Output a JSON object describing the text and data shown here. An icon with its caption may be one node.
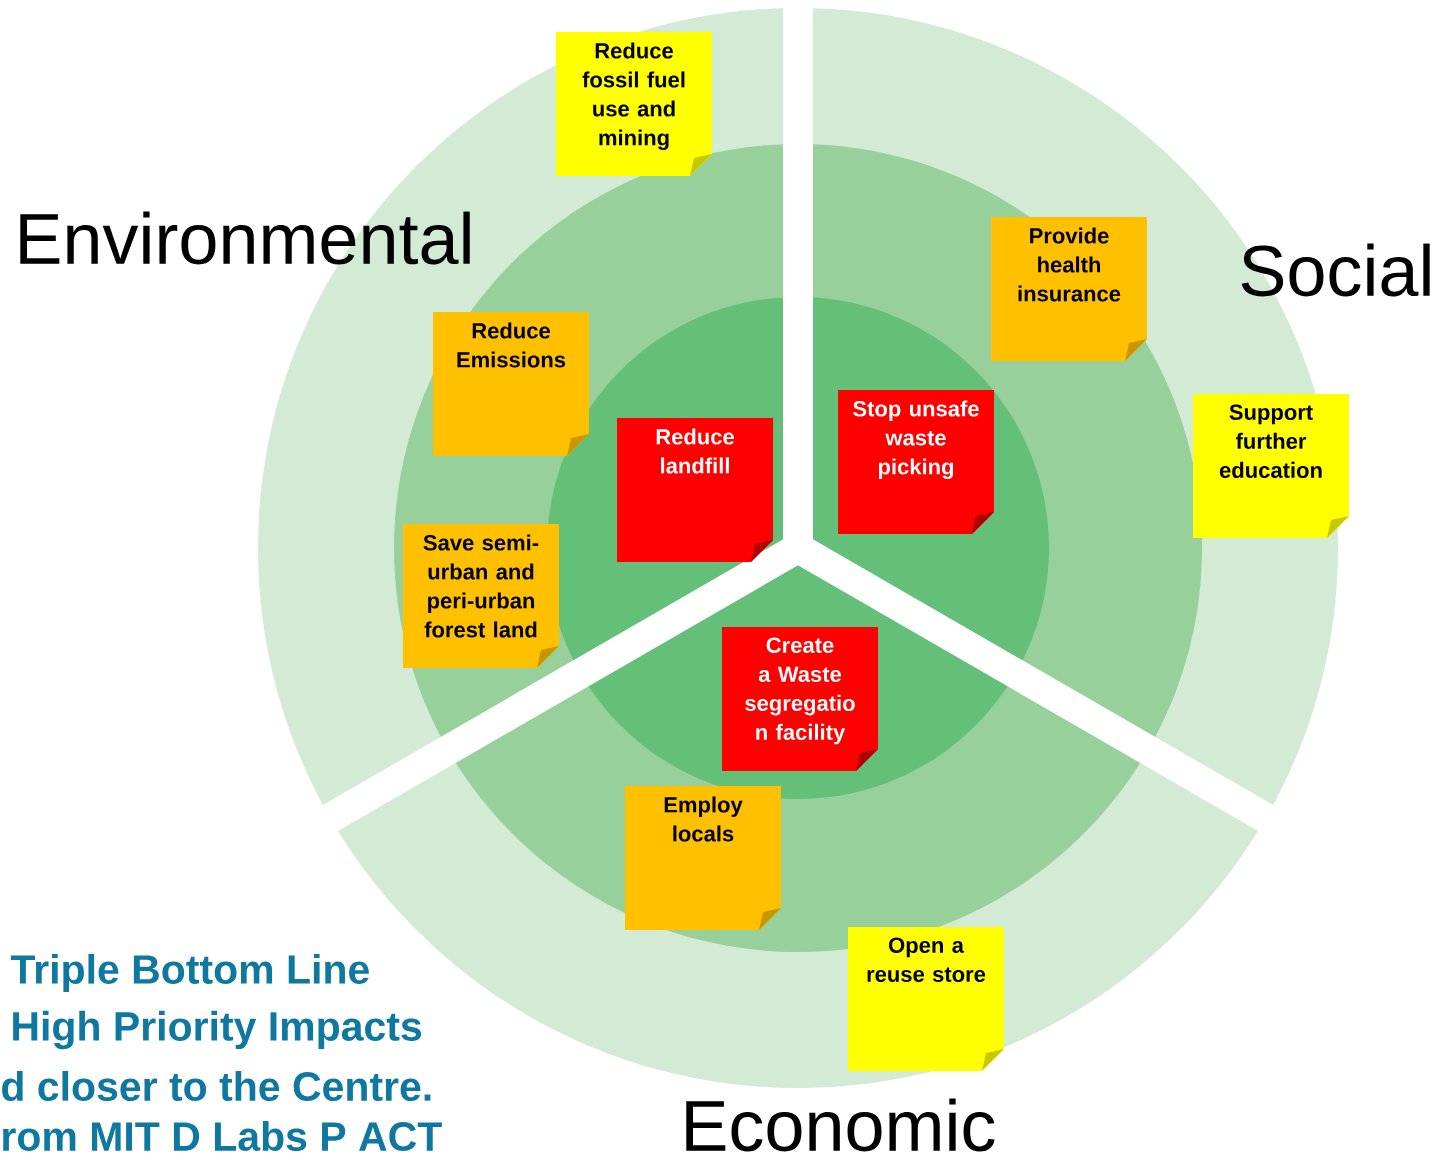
{
  "diagram": {
    "nodes": [
      {
        "text": [
          "Reduce fossil fuel use and mining"
        ]
      },
      {
        "text": [
          "Provide health insurance"
        ]
      },
      {
        "text": [
          "Reduce Emissions"
        ]
      },
      {
        "text": [
          "Stop unsafe waste picking"
        ]
      },
      {
        "text": [
          "Support further education"
        ]
      },
      {
        "text": [
          "Reduce landfill"
        ]
      },
      {
        "text": [
          "Save semi-urban and peri-urban forest land"
        ]
      },
      {
        "text": [
          "Create a Waste segregatio n facility"
        ]
      },
      {
        "text": [
          "Employ locals"
        ]
      },
      {
        "text": [
          "Open a reuse store"
        ]
      }
    ],
    "edges": [],
    "labels": [
      "Environmental",
      "Social",
      "Triple Bottom Line",
      "High Priority Impacts",
      "d closer to the Centre.",
      "rom MIT D Labs P ACT",
      "Economic"
    ]
  }
}
